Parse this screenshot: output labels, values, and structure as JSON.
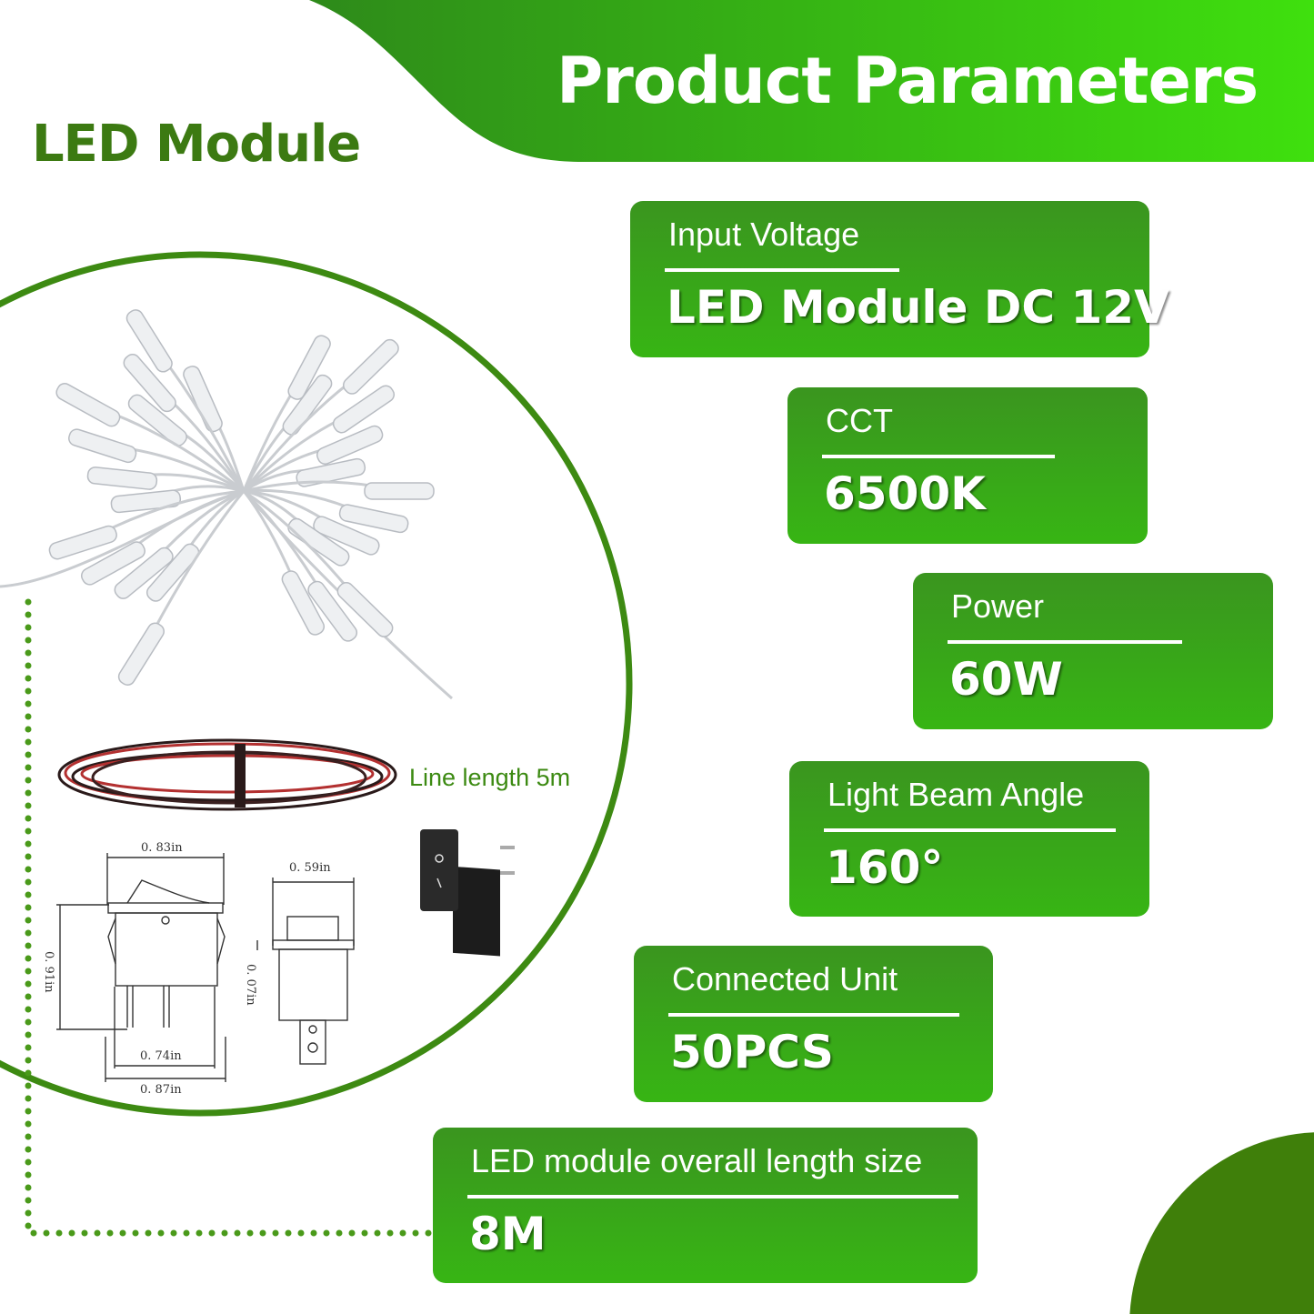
{
  "header": {
    "title": "Product Parameters",
    "subtitle": "LED Module"
  },
  "colors": {
    "header_start": "#2e8a1a",
    "header_end": "#3fe00e",
    "card_top": "#3a951f",
    "card_bottom": "#37b514",
    "circle_stroke": "#3d8a12",
    "corner_circle": "#3f7f0a"
  },
  "product": {
    "line_length": "Line length 5m"
  },
  "diagram": {
    "top_width": "0. 83in",
    "height": "0. 91in",
    "inner_width": "0. 74in",
    "total_width": "0. 87in",
    "side_width": "0. 59in",
    "flange": "0. 07in"
  },
  "params": [
    {
      "label": "Input Voltage",
      "value": "LED Module DC 12V"
    },
    {
      "label": "CCT",
      "value": "6500K"
    },
    {
      "label": "Power",
      "value": "60W"
    },
    {
      "label": "Light Beam Angle",
      "value": "160°"
    },
    {
      "label": "Connected Unit",
      "value": "50PCS"
    },
    {
      "label": "LED module overall length size",
      "value": "8M"
    }
  ]
}
